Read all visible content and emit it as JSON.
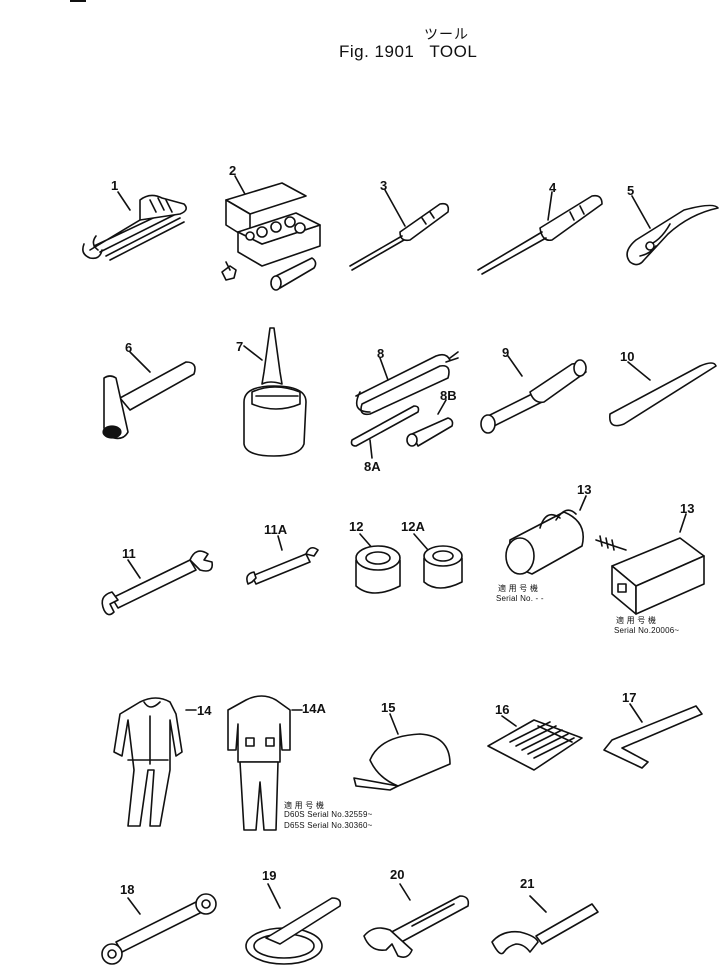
{
  "header": {
    "jp_title": "ツール",
    "fig_label": "Fig. 1901",
    "fig_title": "TOOL"
  },
  "parts": [
    "1",
    "2",
    "3",
    "4",
    "5",
    "6",
    "7",
    "8",
    "8B",
    "8A",
    "9",
    "10",
    "11",
    "11A",
    "12",
    "12A",
    "13",
    "13",
    "14",
    "14A",
    "15",
    "16",
    "17",
    "18",
    "19",
    "20",
    "21"
  ],
  "notes": {
    "bag_serial_jp": "適 用 号 機",
    "bag_serial": "Serial No.  -  -",
    "box_serial_jp": "適 用 号 機",
    "box_serial": "Serial No.20006~",
    "suit_serial_jp": "適 用 号 機",
    "suit_serial_d60s": "D60S Serial No.32559~",
    "suit_serial_d65s": "D65S Serial No.30360~"
  }
}
